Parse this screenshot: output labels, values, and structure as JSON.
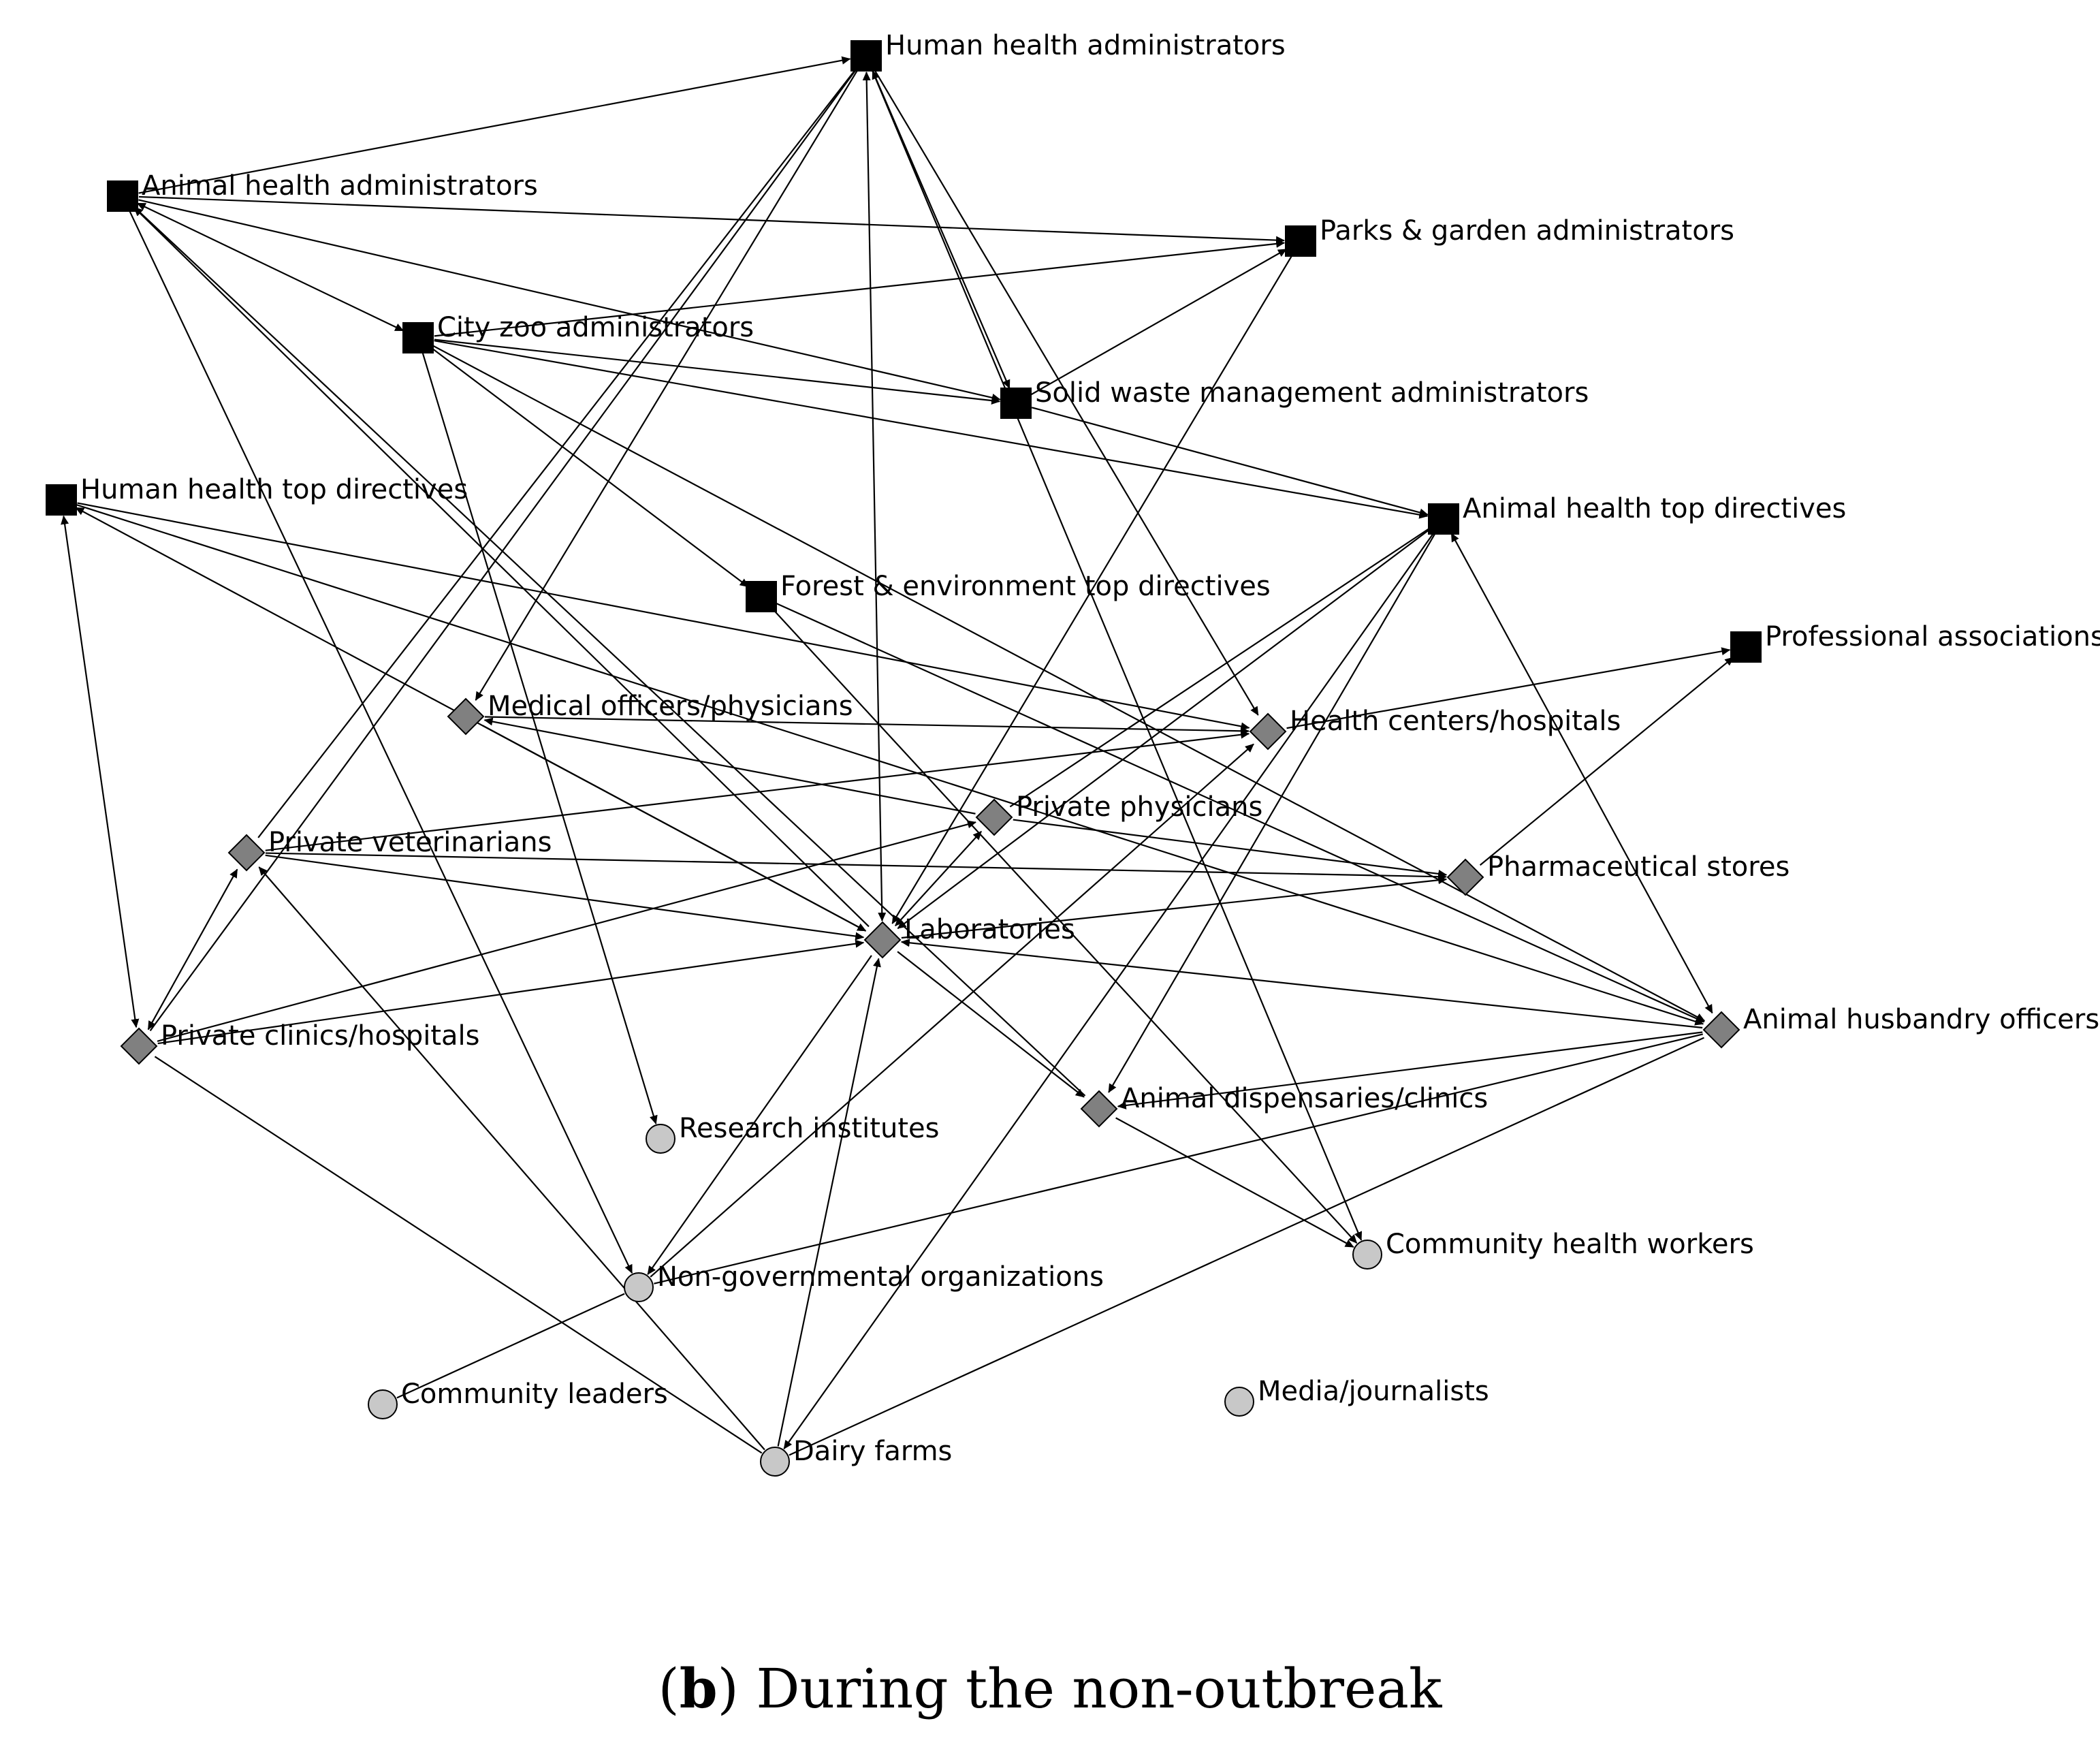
{
  "caption": {
    "open": "(",
    "letter": "b",
    "text": ") During the non-outbreak"
  },
  "legend_colors": {
    "administrative": "#000000",
    "service": "#808080",
    "community": "#c8c8c8"
  },
  "nodes": [
    {
      "id": "hha",
      "label": "Human health administrators",
      "shape": "square",
      "group": "administrative"
    },
    {
      "id": "aha",
      "label": "Animal health administrators",
      "shape": "square",
      "group": "administrative"
    },
    {
      "id": "pga",
      "label": "Parks & garden administrators",
      "shape": "square",
      "group": "administrative"
    },
    {
      "id": "cza",
      "label": "City zoo administrators",
      "shape": "square",
      "group": "administrative"
    },
    {
      "id": "swm",
      "label": "Solid waste management  administrators",
      "shape": "square",
      "group": "administrative"
    },
    {
      "id": "hhtd",
      "label": "Human health top directives",
      "shape": "square",
      "group": "administrative"
    },
    {
      "id": "ahtd",
      "label": "Animal health top directives",
      "shape": "square",
      "group": "administrative"
    },
    {
      "id": "fetd",
      "label": "Forest & environment top directives",
      "shape": "square",
      "group": "administrative"
    },
    {
      "id": "pa",
      "label": "Professional associations",
      "shape": "square",
      "group": "administrative"
    },
    {
      "id": "mop",
      "label": "Medical officers/physicians",
      "shape": "diamond",
      "group": "service"
    },
    {
      "id": "hch",
      "label": "Health centers/hospitals",
      "shape": "diamond",
      "group": "service"
    },
    {
      "id": "pp",
      "label": "Private physicians",
      "shape": "diamond",
      "group": "service"
    },
    {
      "id": "pv",
      "label": "Private veterinarians",
      "shape": "diamond",
      "group": "service"
    },
    {
      "id": "ps",
      "label": "Pharmaceutical stores",
      "shape": "diamond",
      "group": "service"
    },
    {
      "id": "lab",
      "label": "Laboratories",
      "shape": "diamond",
      "group": "service"
    },
    {
      "id": "pch",
      "label": "Private clinics/hospitals",
      "shape": "diamond",
      "group": "service"
    },
    {
      "id": "aho",
      "label": "Animal husbandry officers",
      "shape": "diamond",
      "group": "service"
    },
    {
      "id": "adc",
      "label": "Animal dispensaries/clinics",
      "shape": "diamond",
      "group": "service"
    },
    {
      "id": "ri",
      "label": "Research institutes",
      "shape": "circle",
      "group": "community"
    },
    {
      "id": "chw",
      "label": "Community health workers",
      "shape": "circle",
      "group": "community"
    },
    {
      "id": "ngo",
      "label": "Non-governmental organizations",
      "shape": "circle",
      "group": "community"
    },
    {
      "id": "cl",
      "label": "Community leaders",
      "shape": "circle",
      "group": "community"
    },
    {
      "id": "mj",
      "label": "Media/journalists",
      "shape": "circle",
      "group": "community"
    },
    {
      "id": "df",
      "label": "Dairy farms",
      "shape": "circle",
      "group": "community"
    }
  ],
  "edges": [
    {
      "from": "aha",
      "to": "hha",
      "arrow": "end"
    },
    {
      "from": "aha",
      "to": "pga",
      "arrow": "end"
    },
    {
      "from": "aha",
      "to": "cza",
      "arrow": "both"
    },
    {
      "from": "aha",
      "to": "swm",
      "arrow": "end"
    },
    {
      "from": "cza",
      "to": "pga",
      "arrow": "end"
    },
    {
      "from": "cza",
      "to": "swm",
      "arrow": "end"
    },
    {
      "from": "cza",
      "to": "ahtd",
      "arrow": "end"
    },
    {
      "from": "cza",
      "to": "fetd",
      "arrow": "end"
    },
    {
      "from": "cza",
      "to": "aho",
      "arrow": "end"
    },
    {
      "from": "cza",
      "to": "ri",
      "arrow": "end"
    },
    {
      "from": "swm",
      "to": "hha",
      "arrow": "both"
    },
    {
      "from": "swm",
      "to": "pga",
      "arrow": "end"
    },
    {
      "from": "swm",
      "to": "ahtd",
      "arrow": "end"
    },
    {
      "from": "hha",
      "to": "lab",
      "arrow": "both"
    },
    {
      "from": "hha",
      "to": "mop",
      "arrow": "end"
    },
    {
      "from": "hha",
      "to": "hch",
      "arrow": "end"
    },
    {
      "from": "hha",
      "to": "chw",
      "arrow": "end"
    },
    {
      "from": "hha",
      "to": "pv",
      "arrow": "none"
    },
    {
      "from": "hhtd",
      "to": "pch",
      "arrow": "both"
    },
    {
      "from": "hhtd",
      "to": "hch",
      "arrow": "end"
    },
    {
      "from": "hhtd",
      "to": "lab",
      "arrow": "both"
    },
    {
      "from": "aha",
      "to": "lab",
      "arrow": "start"
    },
    {
      "from": "aha",
      "to": "adc",
      "arrow": "start"
    },
    {
      "from": "aha",
      "to": "ngo",
      "arrow": "end"
    },
    {
      "from": "fetd",
      "to": "aho",
      "arrow": "end"
    },
    {
      "from": "ahtd",
      "to": "adc",
      "arrow": "end"
    },
    {
      "from": "ahtd",
      "to": "lab",
      "arrow": "end"
    },
    {
      "from": "ahtd",
      "to": "df",
      "arrow": "end"
    },
    {
      "from": "ahtd",
      "to": "aho",
      "arrow": "both"
    },
    {
      "from": "ahtd",
      "to": "pp",
      "arrow": "none"
    },
    {
      "from": "mop",
      "to": "hch",
      "arrow": "end"
    },
    {
      "from": "mop",
      "to": "lab",
      "arrow": "end"
    },
    {
      "from": "hch",
      "to": "pa",
      "arrow": "end"
    },
    {
      "from": "ps",
      "to": "pa",
      "arrow": "end"
    },
    {
      "from": "pv",
      "to": "hch",
      "arrow": "end"
    },
    {
      "from": "pv",
      "to": "ps",
      "arrow": "end"
    },
    {
      "from": "pv",
      "to": "lab",
      "arrow": "end"
    },
    {
      "from": "pv",
      "to": "pch",
      "arrow": "both"
    },
    {
      "from": "pv",
      "to": "df",
      "arrow": "start"
    },
    {
      "from": "pp",
      "to": "ps",
      "arrow": "end"
    },
    {
      "from": "pp",
      "to": "lab",
      "arrow": "both"
    },
    {
      "from": "pp",
      "to": "mop",
      "arrow": "end"
    },
    {
      "from": "pch",
      "to": "pp",
      "arrow": "end"
    },
    {
      "from": "pch",
      "to": "lab",
      "arrow": "end"
    },
    {
      "from": "pch",
      "to": "hha",
      "arrow": "none"
    },
    {
      "from": "lab",
      "to": "ps",
      "arrow": "end"
    },
    {
      "from": "lab",
      "to": "aho",
      "arrow": "start"
    },
    {
      "from": "lab",
      "to": "adc",
      "arrow": "end"
    },
    {
      "from": "lab",
      "to": "ngo",
      "arrow": "end"
    },
    {
      "from": "lab",
      "to": "df",
      "arrow": "start"
    },
    {
      "from": "adc",
      "to": "chw",
      "arrow": "end"
    },
    {
      "from": "adc",
      "to": "aho",
      "arrow": "start"
    },
    {
      "from": "aho",
      "to": "ngo",
      "arrow": "none"
    },
    {
      "from": "aho",
      "to": "df",
      "arrow": "none"
    },
    {
      "from": "ngo",
      "to": "cl",
      "arrow": "none"
    },
    {
      "from": "ngo",
      "to": "hch",
      "arrow": "end"
    },
    {
      "from": "fetd",
      "to": "chw",
      "arrow": "end"
    },
    {
      "from": "pga",
      "to": "lab",
      "arrow": "end"
    },
    {
      "from": "hhtd",
      "to": "aho",
      "arrow": "end"
    },
    {
      "from": "pch",
      "to": "df",
      "arrow": "none"
    }
  ]
}
